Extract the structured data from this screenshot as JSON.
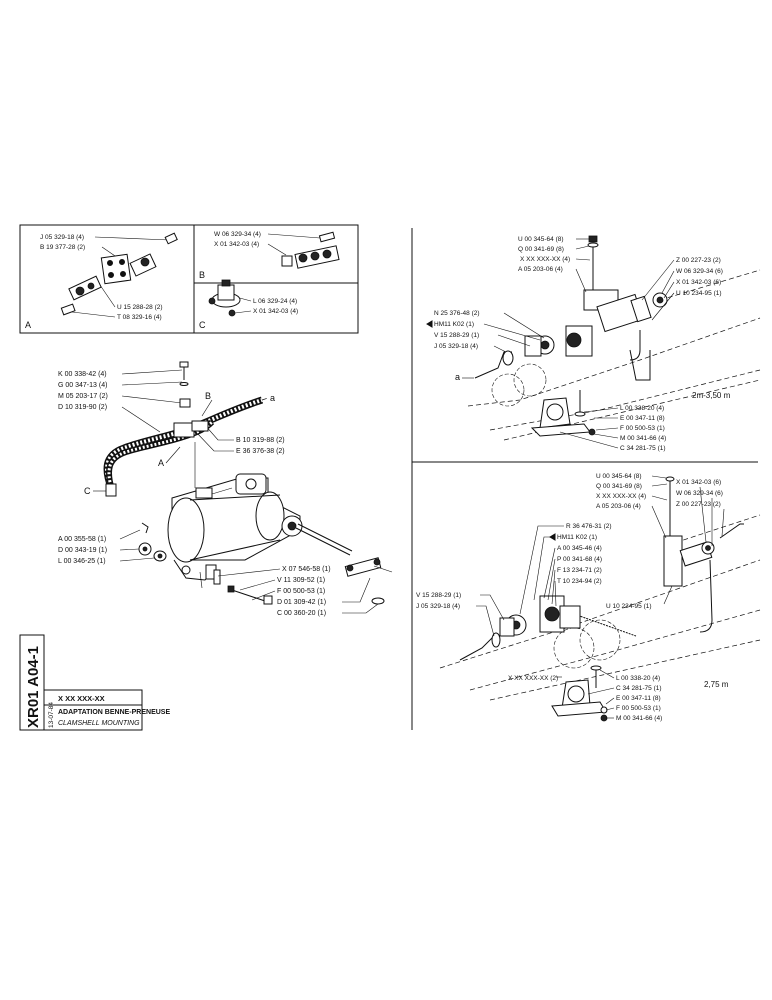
{
  "title_block": {
    "drawing_number": "XR01 A04-1",
    "date": "13-07-84",
    "reference": "X XX XXX-XX",
    "title_fr": "ADAPTATION BENNE-PRENEUSE",
    "title_en": "CLAMSHELL MOUNTING"
  },
  "detail_panels": {
    "A": {
      "letter": "A",
      "labels": [
        "J 05 329-18 (4)",
        "B 19 377-28 (2)",
        "U 15 288-28 (2)",
        "T 08 329-16 (4)"
      ]
    },
    "B": {
      "letter": "B",
      "labels": [
        "W 06 329-34 (4)",
        "X 01 342-03 (4)"
      ]
    },
    "C": {
      "letter": "C",
      "labels": [
        "L 06 329-24 (4)",
        "X 01 342-03 (4)"
      ]
    }
  },
  "main_assembly": {
    "labels_upper": [
      "K 00 338-42 (4)",
      "G 00 347-13 (4)",
      "M 05 203-17 (2)",
      "D 10 319-90 (2)"
    ],
    "labels_upper_right": [
      "B 10 319-88 (2)",
      "E 36 376-38 (2)"
    ],
    "labels_lower_left": [
      "A 00 355-58 (1)",
      "D 00 343-19 (1)",
      "L 00 346-25 (1)"
    ],
    "labels_lower_right": [
      "X 07 546-58 (1)",
      "V 11 309-52 (1)",
      "F 00 500-53 (1)",
      "D 01 309-42 (1)",
      "C 00 360-20 (1)"
    ],
    "refs": {
      "a": "a",
      "A": "A",
      "B": "B",
      "C": "C"
    }
  },
  "upper_right_view": {
    "labels_top_left": [
      "U 00 345-64 (8)",
      "Q 00 341-69 (8)",
      "X XX XXX-XX (4)",
      "A 05 203-06 (4)"
    ],
    "labels_top_right": [
      "Z 00 227-23 (2)",
      "W 06 329-34 (6)",
      "X 01 342-03 (6)",
      "U 10 234-95 (1)"
    ],
    "labels_left": [
      "N 25 376-48 (2)",
      "HM11 K02 (1)",
      "V 15 288-29 (1)",
      "J 05 329-18 (4)"
    ],
    "labels_bottom": [
      "L 00 338-20 (4)",
      "E 00 347-11 (8)",
      "F 00 500-53 (1)",
      "M 00 341-66 (4)",
      "C 34 281-75 (1)"
    ],
    "dimension": "2m-3,50 m",
    "ref_a": "a"
  },
  "lower_right_view": {
    "labels_top": [
      "U 00 345-64 (8)",
      "Q 00 341-69 (8)",
      "X XX XXX-XX (4)",
      "A 05 203-06 (4)"
    ],
    "labels_top_right": [
      "X 01 342-03 (6)",
      "W 06 329-34 (6)",
      "Z 00 227-23 (2)"
    ],
    "labels_middle": [
      "R 36 476-31 (2)",
      "HM11 K02 (1)",
      "A 00 345-46 (4)",
      "P 00 341-68 (4)",
      "F 13 234-71 (2)",
      "T 10 234-94 (2)"
    ],
    "labels_left": [
      "V 15 288-29 (1)",
      "J 05 329-18 (4)"
    ],
    "label_u": "U 10 234-95 (1)",
    "label_x": "X XX XXX-XX (2)",
    "labels_bottom": [
      "L 00 338-20 (4)",
      "C 34 281-75 (1)",
      "E 00 347-11 (8)",
      "F 00 500-53 (1)",
      "M 00 341-66 (4)"
    ],
    "dimension": "2,75 m"
  }
}
